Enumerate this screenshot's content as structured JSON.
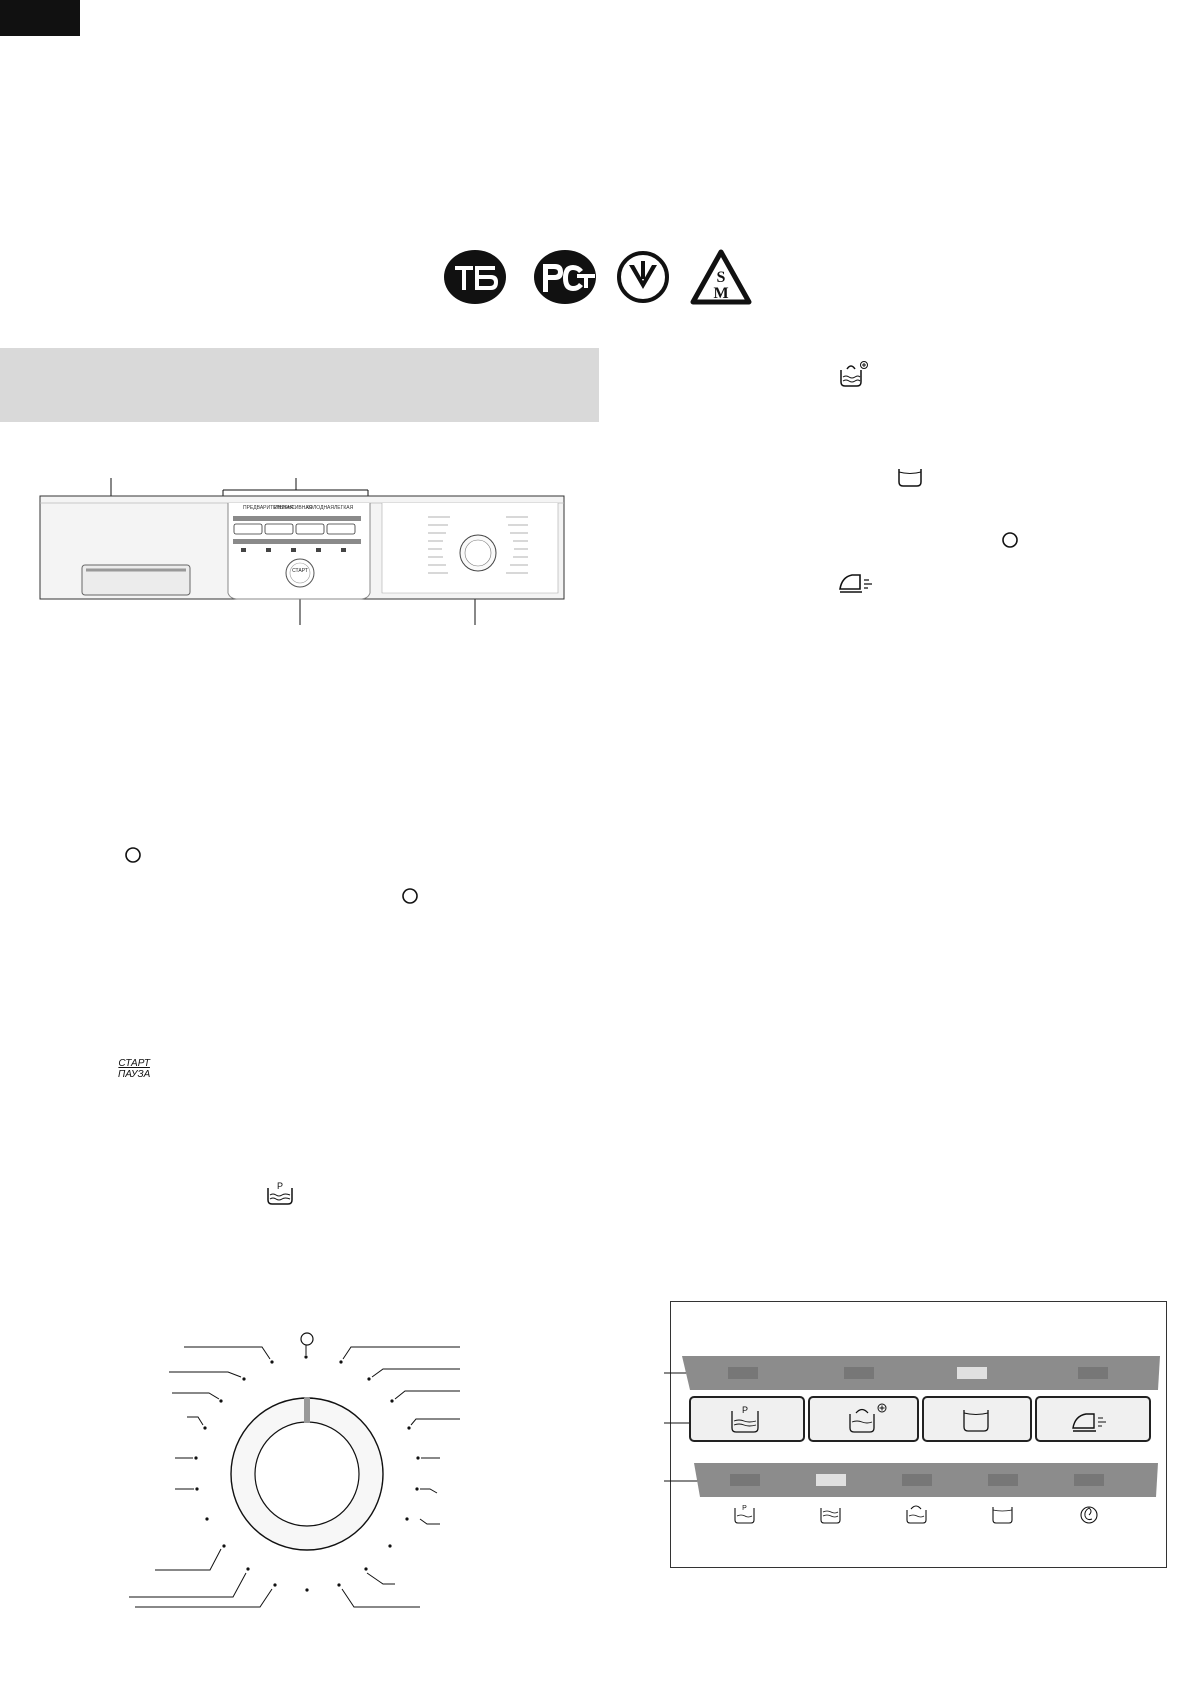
{
  "header": {
    "tab_color": "#111111"
  },
  "certifications": [
    {
      "name": "eac-mark-icon"
    },
    {
      "name": "pct-mark-icon"
    },
    {
      "name": "ukraine-conformity-mark-icon"
    },
    {
      "name": "sm-triangle-mark-icon"
    }
  ],
  "section_band": {
    "color": "#d9d9d9"
  },
  "start_pause": {
    "top": "СТАРТ",
    "bottom": "ПАУЗА"
  },
  "panel": {
    "start_label": "СТАРТ"
  },
  "option_panel": {
    "buttons": [
      "prewash-icon",
      "intensive-wash-icon",
      "cold-wash-icon",
      "easy-iron-icon"
    ],
    "indicators": [
      "prewash-icon",
      "wash-icon",
      "rinse-icon",
      "drain-icon",
      "spin-icon"
    ],
    "active_top_indicator": 3,
    "active_bottom_indicator": 2
  }
}
